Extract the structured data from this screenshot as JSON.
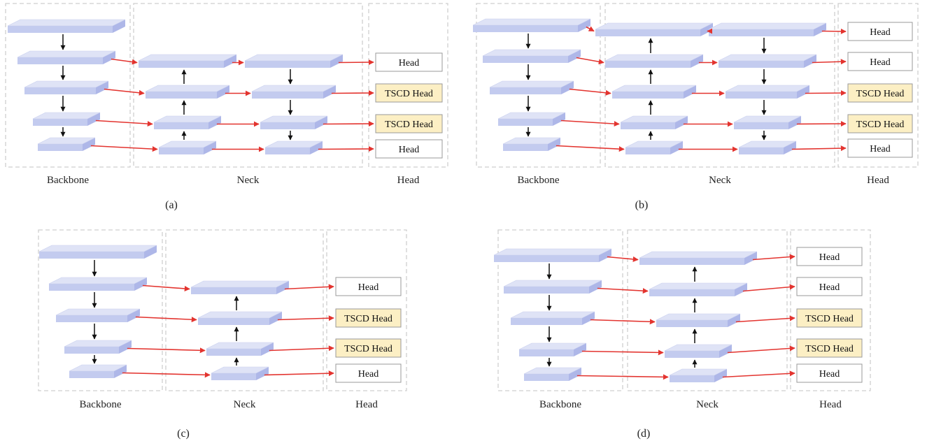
{
  "colors": {
    "layer_top": "#dfe3f6",
    "layer_front": "#c3cbef",
    "layer_side": "#aeb7e8",
    "connection_arrow": "#e3342f",
    "flow_arrow": "#111111",
    "head_fill": "#ffffff",
    "tscd_head_fill": "#fcefc4",
    "region_border": "#cfcfcf"
  },
  "panels": [
    {
      "caption": "(a)",
      "section_labels": {
        "backbone": "Backbone",
        "neck": "Neck",
        "head": "Head"
      },
      "backbone_layers": 5,
      "neck_columns": [
        {
          "layers": [
            2,
            3,
            4,
            5
          ],
          "flow": "up"
        },
        {
          "layers": [
            2,
            3,
            4,
            5
          ],
          "flow": "down"
        }
      ],
      "heads": [
        {
          "label": "Head",
          "kind": "plain"
        },
        {
          "label": "TSCD Head",
          "kind": "tscd"
        },
        {
          "label": "TSCD Head",
          "kind": "tscd"
        },
        {
          "label": "Head",
          "kind": "plain"
        }
      ]
    },
    {
      "caption": "(b)",
      "section_labels": {
        "backbone": "Backbone",
        "neck": "Neck",
        "head": "Head"
      },
      "backbone_layers": 5,
      "neck_columns": [
        {
          "layers": [
            1,
            2,
            3,
            4,
            5
          ],
          "flow": "up"
        },
        {
          "layers": [
            1,
            2,
            3,
            4,
            5
          ],
          "flow": "down"
        }
      ],
      "heads": [
        {
          "label": "Head",
          "kind": "plain"
        },
        {
          "label": "Head",
          "kind": "plain"
        },
        {
          "label": "TSCD Head",
          "kind": "tscd"
        },
        {
          "label": "TSCD Head",
          "kind": "tscd"
        },
        {
          "label": "Head",
          "kind": "plain"
        }
      ]
    },
    {
      "caption": "(c)",
      "section_labels": {
        "backbone": "Backbone",
        "neck": "Neck",
        "head": "Head"
      },
      "backbone_layers": 5,
      "neck_columns": [
        {
          "layers": [
            2,
            3,
            4,
            5
          ],
          "flow": "up"
        }
      ],
      "heads": [
        {
          "label": "Head",
          "kind": "plain"
        },
        {
          "label": "TSCD Head",
          "kind": "tscd"
        },
        {
          "label": "TSCD Head",
          "kind": "tscd"
        },
        {
          "label": "Head",
          "kind": "plain"
        }
      ]
    },
    {
      "caption": "(d)",
      "section_labels": {
        "backbone": "Backbone",
        "neck": "Neck",
        "head": "Head"
      },
      "backbone_layers": 5,
      "neck_columns": [
        {
          "layers": [
            1,
            2,
            3,
            4,
            5
          ],
          "flow": "up"
        }
      ],
      "heads": [
        {
          "label": "Head",
          "kind": "plain"
        },
        {
          "label": "Head",
          "kind": "plain"
        },
        {
          "label": "TSCD Head",
          "kind": "tscd"
        },
        {
          "label": "TSCD Head",
          "kind": "tscd"
        },
        {
          "label": "Head",
          "kind": "plain"
        }
      ]
    }
  ]
}
